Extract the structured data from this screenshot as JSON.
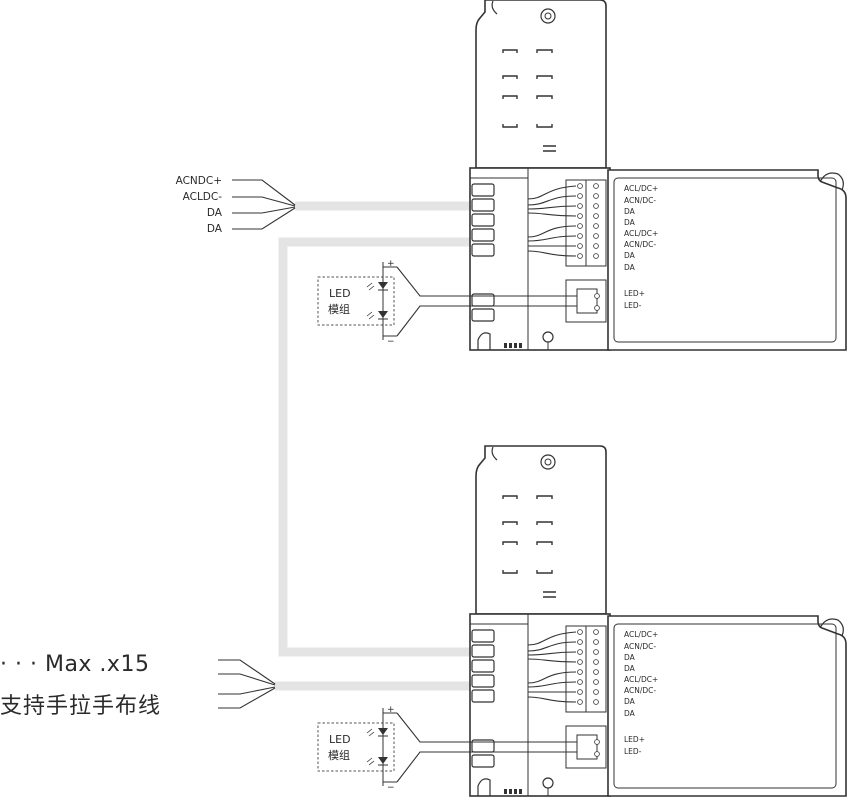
{
  "input_wires": [
    "ACNDC+",
    "ACLDC-",
    "DA",
    "DA"
  ],
  "terminal_labels": [
    "ACL/DC+",
    "ACN/DC-",
    "DA",
    "DA",
    "ACL/DC+",
    "ACN/DC-",
    "DA",
    "DA"
  ],
  "led_output_labels": [
    "LED+",
    "LED-"
  ],
  "led_module": {
    "line1": "LED",
    "line2": "模组",
    "plus": "+",
    "minus": "−"
  },
  "chain_note": {
    "max": "· · · Max .x15",
    "daisy": "支持手拉手布线"
  },
  "colors": {
    "line": "#3a3a3a",
    "bus": "#e6e6e6",
    "dashed": "#555555"
  }
}
